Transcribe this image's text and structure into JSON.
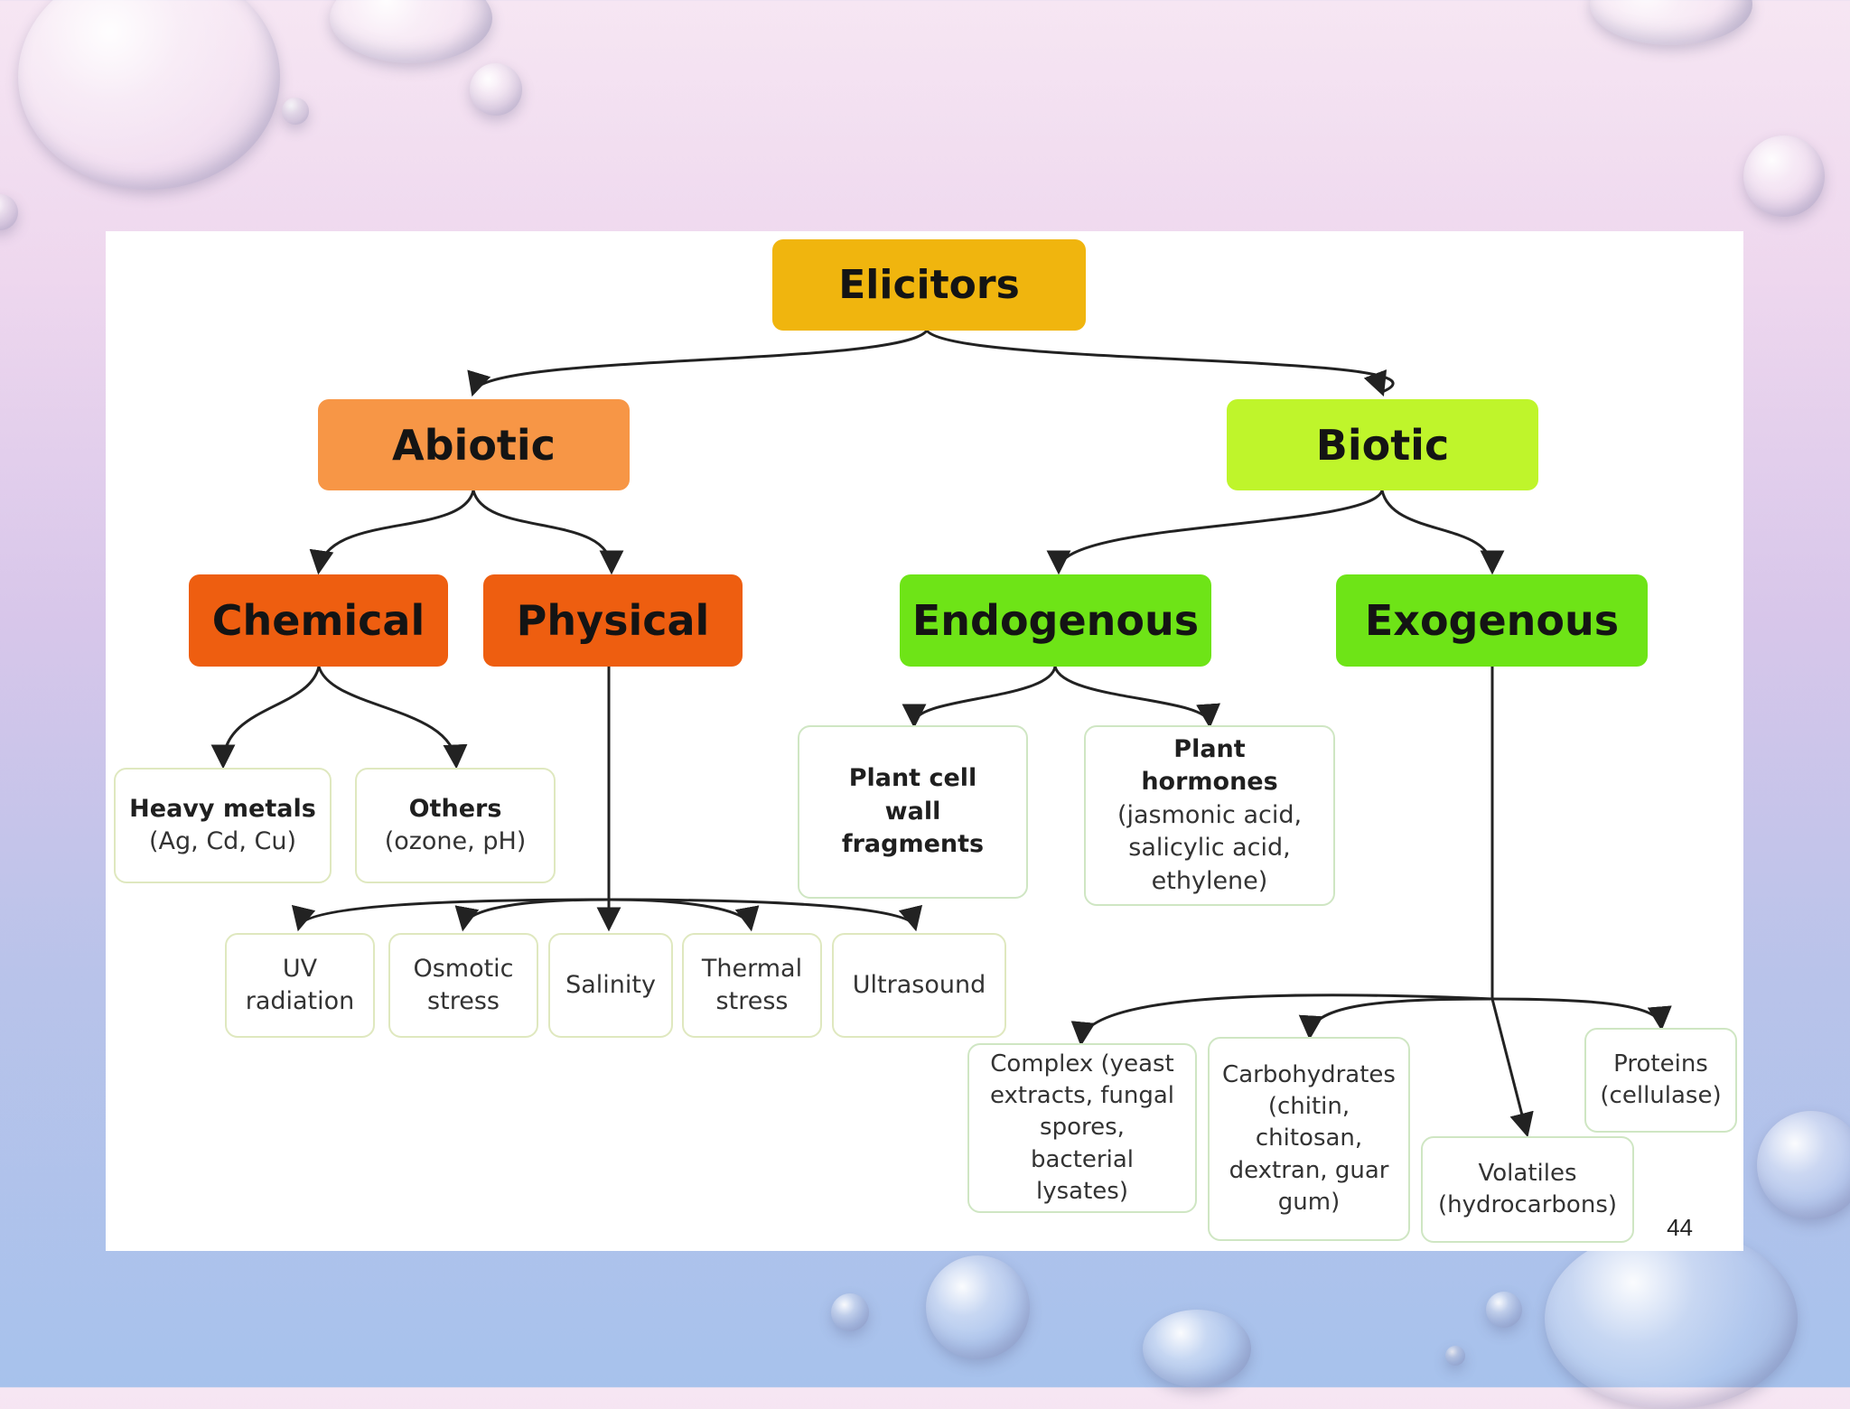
{
  "colors": {
    "elicitors": "#f0b50e",
    "abiotic": "#f79646",
    "chemical": "#ee5e10",
    "biotic": "#bff52b",
    "endogenous": "#6ee417",
    "connector": "#222222"
  },
  "nodes": {
    "elicitors": "Elicitors",
    "abiotic": "Abiotic",
    "biotic": "Biotic",
    "chemical": "Chemical",
    "physical": "Physical",
    "endogenous": "Endogenous",
    "exogenous": "Exogenous",
    "heavy_metals": {
      "title": "Heavy metals",
      "detail": "(Ag, Cd, Cu)"
    },
    "others": {
      "title": "Others",
      "detail": "(ozone, pH)"
    },
    "cell_wall": {
      "title": "Plant cell wall fragments"
    },
    "hormones": {
      "title": "Plant hormones",
      "detail": "(jasmonic acid, salicylic acid, ethylene)"
    },
    "uv": "UV radiation",
    "osmotic": "Osmotic stress",
    "salinity": "Salinity",
    "thermal": "Thermal stress",
    "ultrasound": "Ultrasound",
    "complex": "Complex (yeast extracts, fungal spores, bacterial lysates)",
    "carbohydrates": "Carbohydrates (chitin, chitosan, dextran, guar gum)",
    "volatiles": "Volatiles (hydrocarbons)",
    "proteins": "Proteins (cellulase)"
  },
  "page_number": "44"
}
